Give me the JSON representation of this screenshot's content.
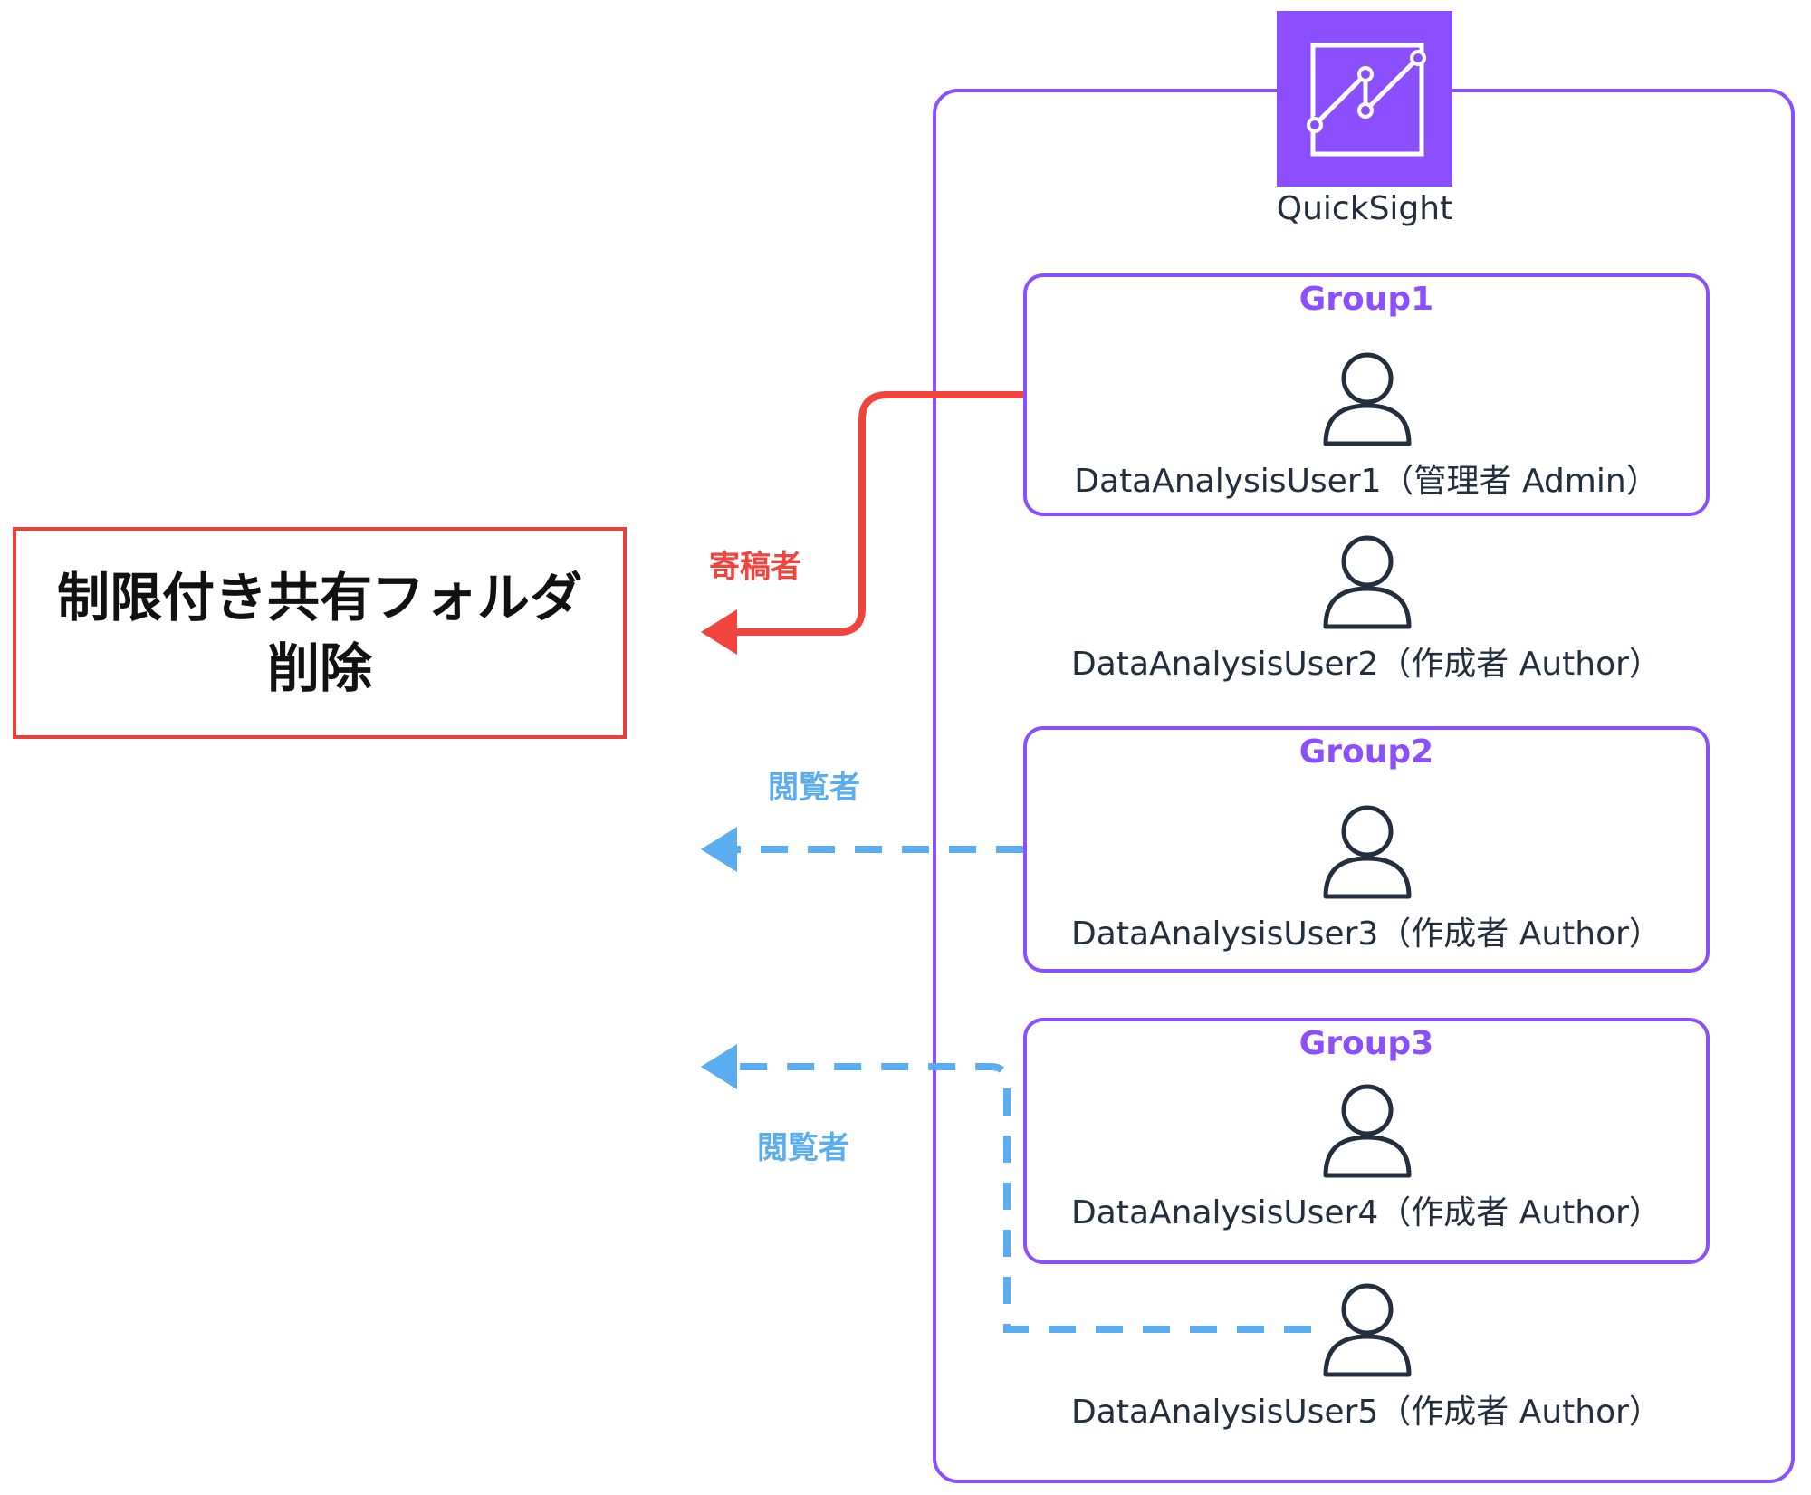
{
  "target": {
    "line1": "制限付き共有フォルダ",
    "line2": "削除",
    "border_color": "#e8413c"
  },
  "service": {
    "label": "QuickSight",
    "icon": "quicksight-icon",
    "color": "#8c4fff"
  },
  "groups": [
    {
      "title": "Group1"
    },
    {
      "title": "Group2"
    },
    {
      "title": "Group3"
    }
  ],
  "users": [
    {
      "label": "DataAnalysisUser1（管理者 Admin）",
      "icon": "user-icon"
    },
    {
      "label": "DataAnalysisUser2（作成者 Author）",
      "icon": "user-icon"
    },
    {
      "label": "DataAnalysisUser3（作成者 Author）",
      "icon": "user-icon"
    },
    {
      "label": "DataAnalysisUser4（作成者 Author）",
      "icon": "user-icon"
    },
    {
      "label": "DataAnalysisUser5（作成者 Author）",
      "icon": "user-icon"
    }
  ],
  "permissions": [
    {
      "label": "寄稿者",
      "color": "#f0443d",
      "style": "solid"
    },
    {
      "label": "閲覧者",
      "color": "#5aaef0",
      "style": "dashed"
    },
    {
      "label": "閲覧者",
      "color": "#5aaef0",
      "style": "dashed"
    }
  ]
}
